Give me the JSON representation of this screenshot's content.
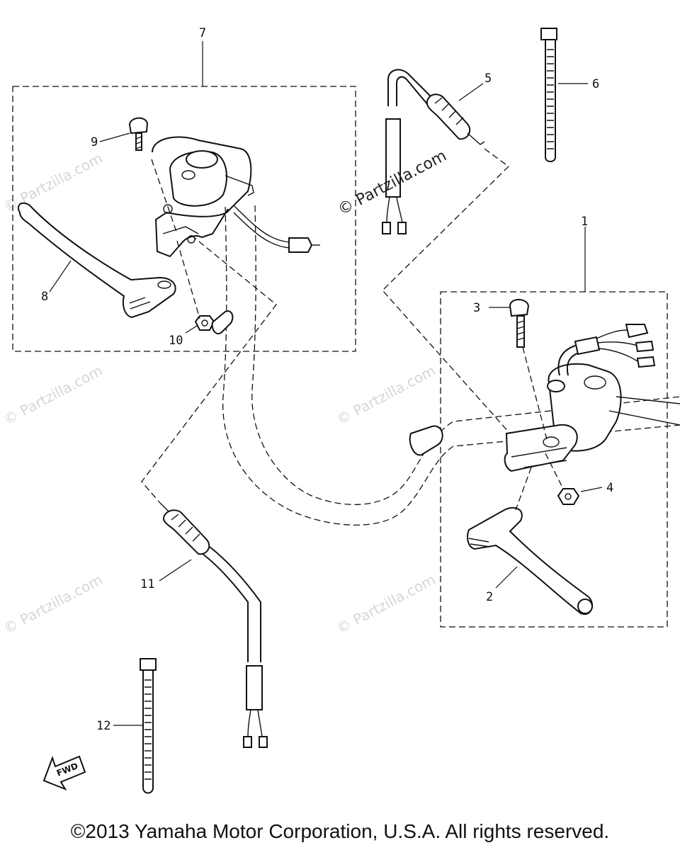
{
  "callouts": {
    "c1": "1",
    "c2": "2",
    "c3": "3",
    "c4": "4",
    "c5": "5",
    "c6": "6",
    "c7": "7",
    "c8": "8",
    "c9": "9",
    "c10": "10",
    "c11": "11",
    "c12": "12"
  },
  "fwd_label": "FWD",
  "watermark": {
    "main": "© Partzilla.com",
    "faint": "© Partzilla.com"
  },
  "copyright": "©2013  Yamaha Motor Corporation, U.S.A. All rights reserved."
}
